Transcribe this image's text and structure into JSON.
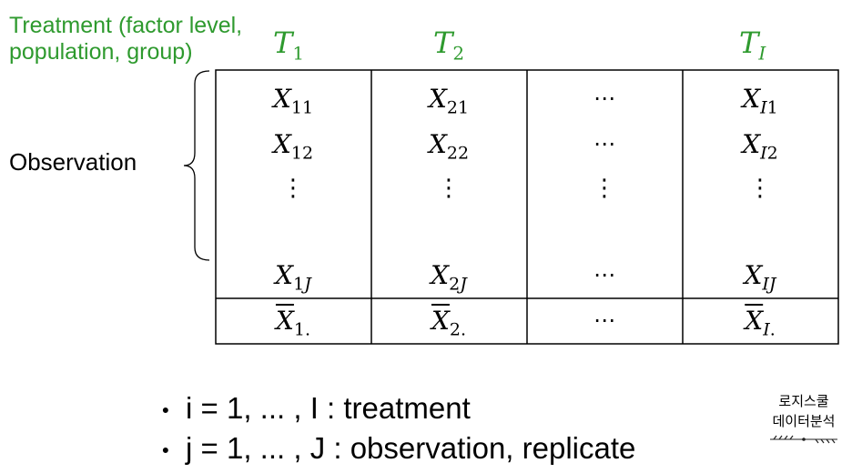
{
  "treatment_label": "Treatment (factor level,\npopulation, group)",
  "observation_label": "Observation",
  "headers": [
    {
      "base": "T",
      "sub": "1"
    },
    {
      "base": "T",
      "sub": "2"
    },
    {
      "base": "T",
      "sub": "I"
    }
  ],
  "columns": [
    {
      "rows": [
        {
          "base": "X",
          "sub": "11"
        },
        {
          "base": "X",
          "sub": "12"
        },
        {
          "base": "X",
          "sub": "1J"
        }
      ],
      "mean": {
        "base": "X",
        "sub": "1."
      }
    },
    {
      "rows": [
        {
          "base": "X",
          "sub": "21"
        },
        {
          "base": "X",
          "sub": "22"
        },
        {
          "base": "X",
          "sub": "2J"
        }
      ],
      "mean": {
        "base": "X",
        "sub": "2."
      }
    },
    {
      "ellipsis": "⋯"
    },
    {
      "rows": [
        {
          "base": "X",
          "sub": "I1"
        },
        {
          "base": "X",
          "sub": "I2"
        },
        {
          "base": "X",
          "sub": "IJ"
        }
      ],
      "mean": {
        "base": "X",
        "sub": "I."
      }
    }
  ],
  "vertical_ellipsis": "⋮",
  "horizontal_ellipsis": "⋯",
  "bullets": [
    "i = 1, ... , I : treatment",
    "j = 1, ... , J : observation, replicate"
  ],
  "logo": {
    "line1": "로지스쿨",
    "line2": "데이터분석"
  }
}
